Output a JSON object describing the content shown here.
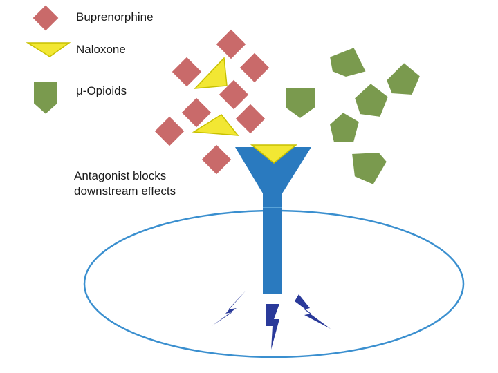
{
  "legend": {
    "items": [
      {
        "label": "Buprenorphine",
        "shape": "diamond",
        "color": "#c96a6a"
      },
      {
        "label": "Naloxone",
        "shape": "triangle",
        "color": "#f2e733"
      },
      {
        "label": "μ-Opioids",
        "shape": "pentagon",
        "color": "#7a9a4e"
      }
    ]
  },
  "caption": {
    "line1": "Antagonist blocks",
    "line2": "downstream effects"
  },
  "colors": {
    "receptor": "#2a7abf",
    "cell_outline": "#3a8fcf",
    "signal": "#2a3a9a",
    "shape_stroke": "#ffffff",
    "triangle_stroke": "#c8c100"
  },
  "icons": [
    "receptor-icon",
    "cell-membrane-icon",
    "lightning-bolt-icon"
  ]
}
